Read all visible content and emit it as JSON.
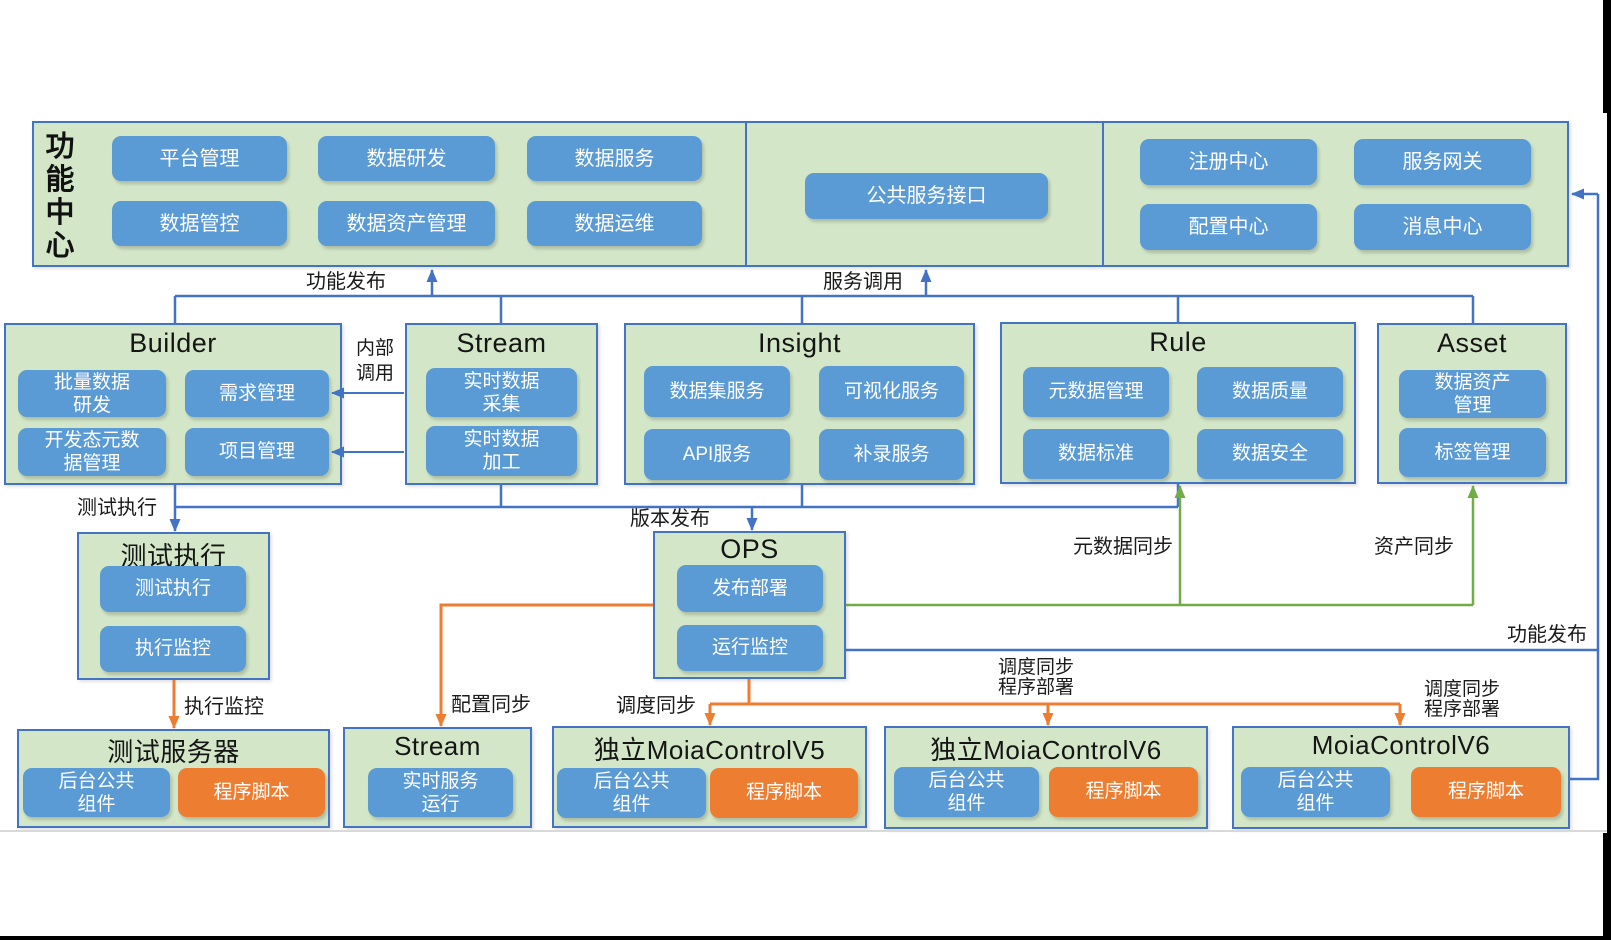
{
  "diagram_type": "platform-architecture-diagram",
  "colors": {
    "box_blue": "#5b9bd5",
    "box_orange": "#ed7d31",
    "container_green": "#d3e7c8",
    "border_blue": "#4472c4",
    "arrow_blue": "#4472c4",
    "arrow_green": "#70ad47",
    "arrow_orange": "#ed7d31"
  },
  "function_center": {
    "title": "功能中心",
    "left_boxes": [
      "平台管理",
      "数据研发",
      "数据服务",
      "数据管控",
      "数据资产管理",
      "数据运维"
    ],
    "middle_box": "公共服务接口",
    "right_boxes": [
      "注册中心",
      "服务网关",
      "配置中心",
      "消息中心"
    ]
  },
  "platforms": [
    {
      "title": "Builder",
      "boxes": [
        "批量数据\n研发",
        "需求管理",
        "开发态元数\n据管理",
        "项目管理"
      ]
    },
    {
      "title": "Stream",
      "boxes": [
        "实时数据\n采集",
        "实时数据\n加工"
      ]
    },
    {
      "title": "Insight",
      "boxes": [
        "数据集服务",
        "可视化服务",
        "API服务",
        "补录服务"
      ]
    },
    {
      "title": "Rule",
      "boxes": [
        "元数据管理",
        "数据质量",
        "数据标准",
        "数据安全"
      ]
    },
    {
      "title": "Asset",
      "boxes": [
        "数据资产\n管理",
        "标签管理"
      ]
    }
  ],
  "test_exec": {
    "title": "测试执行",
    "boxes": [
      "测试执行",
      "执行监控"
    ]
  },
  "ops": {
    "title": "OPS",
    "boxes": [
      "发布部署",
      "运行监控"
    ]
  },
  "servers": [
    {
      "title": "测试服务器",
      "boxes": [
        "后台公共\n组件",
        "程序脚本"
      ]
    },
    {
      "title": "Stream",
      "boxes": [
        "实时服务\n运行"
      ]
    },
    {
      "title": "独立MoiaControlV5",
      "boxes": [
        "后台公共\n组件",
        "程序脚本"
      ]
    },
    {
      "title": "独立MoiaControlV6",
      "boxes": [
        "后台公共\n组件",
        "程序脚本"
      ]
    },
    {
      "title": "MoiaControlV6",
      "boxes": [
        "后台公共\n组件",
        "程序脚本"
      ]
    }
  ],
  "edge_labels": {
    "function_publish_top": "功能发布",
    "service_call": "服务调用",
    "internal_call": "内部\n调用",
    "test_exec": "测试执行",
    "version_release": "版本发布",
    "metadata_sync": "元数据同步",
    "asset_sync": "资产同步",
    "function_publish_right": "功能发布",
    "exec_monitor": "执行监控",
    "config_sync": "配置同步",
    "schedule_sync": "调度同步",
    "schedule_sync_deploy_1": "调度同步\n程序部署",
    "schedule_sync_deploy_2": "调度同步\n程序部署"
  }
}
